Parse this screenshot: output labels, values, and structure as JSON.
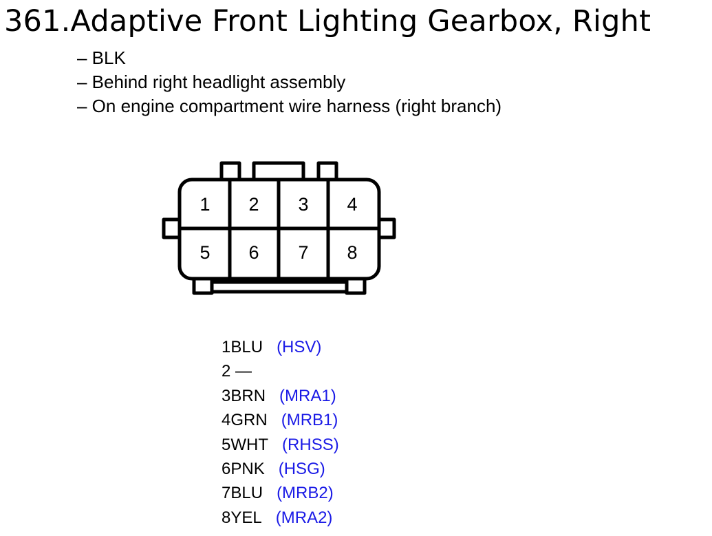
{
  "title": "361.Adaptive Front Lighting Gearbox, Right",
  "details": [
    "– BLK",
    "– Behind right headlight assembly",
    "– On engine compartment wire harness (right branch)"
  ],
  "connector": {
    "pins": [
      "1",
      "2",
      "3",
      "4",
      "5",
      "6",
      "7",
      "8"
    ]
  },
  "pinout": [
    {
      "pin": "1",
      "wire": "BLU",
      "function": "(HSV)"
    },
    {
      "pin": "2",
      "wire": " —",
      "function": ""
    },
    {
      "pin": "3",
      "wire": "BRN",
      "function": "(MRA1)"
    },
    {
      "pin": "4",
      "wire": "GRN",
      "function": "(MRB1)"
    },
    {
      "pin": "5",
      "wire": "WHT",
      "function": "(RHSS)"
    },
    {
      "pin": "6",
      "wire": "PNK",
      "function": "(HSG)"
    },
    {
      "pin": "7",
      "wire": "BLU",
      "function": "(MRB2)"
    },
    {
      "pin": "8",
      "wire": "YEL",
      "function": "(MRA2)"
    }
  ],
  "colors": {
    "function_text": "#1a1ae6",
    "text": "#000000"
  }
}
